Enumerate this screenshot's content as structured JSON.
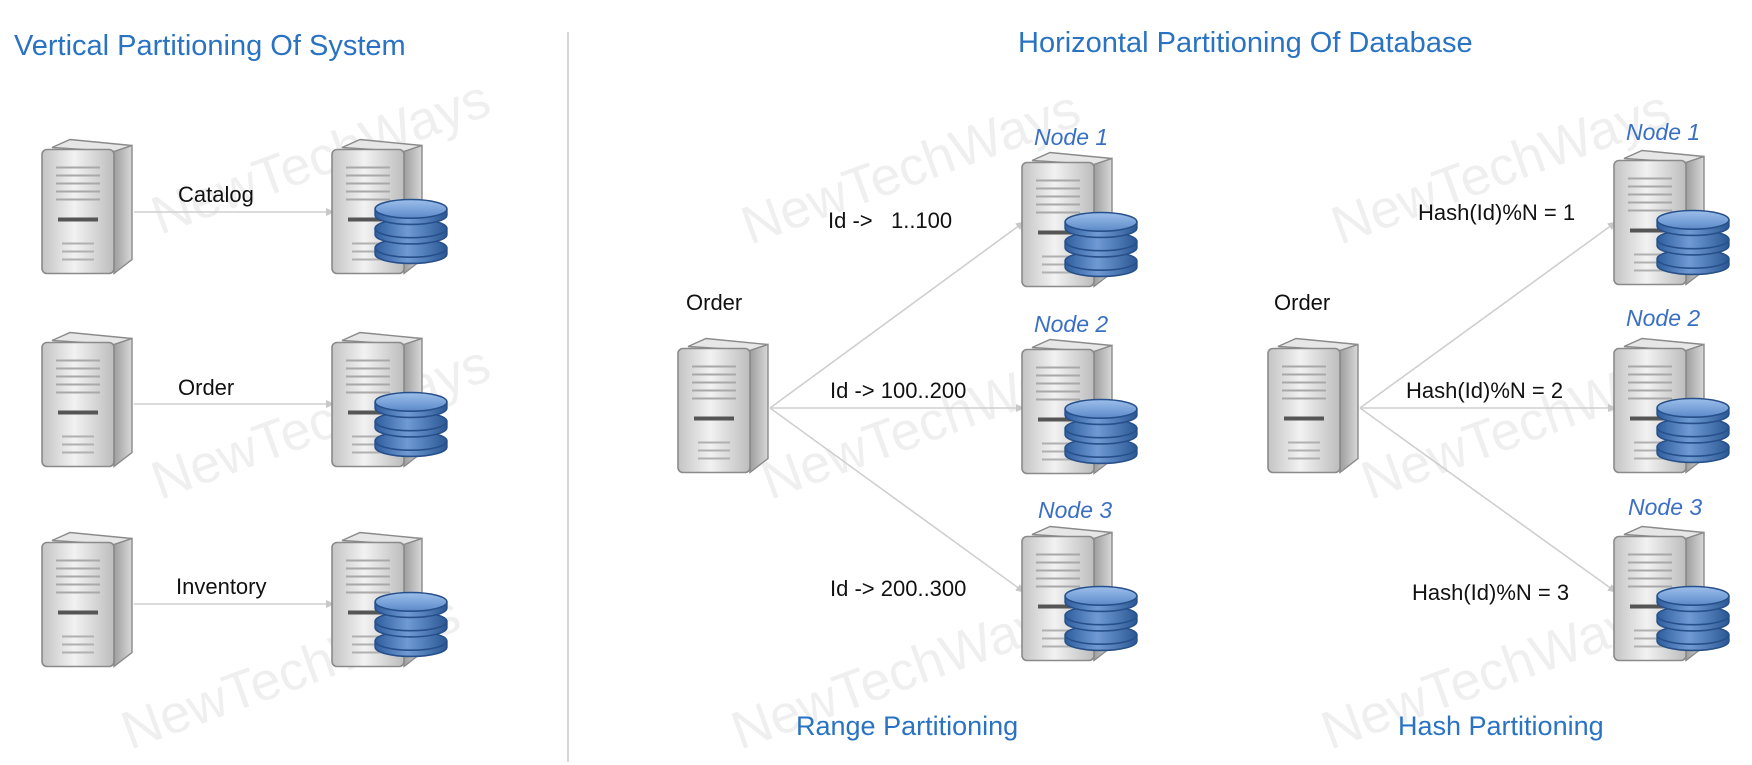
{
  "vertical": {
    "title": "Vertical Partitioning Of System",
    "rows": [
      {
        "label": "Catalog"
      },
      {
        "label": "Order"
      },
      {
        "label": "Inventory"
      }
    ]
  },
  "range": {
    "title": "Horizontal Partitioning Of Database",
    "source_label": "Order",
    "nodes": [
      {
        "label": "Node 1",
        "rule": "Id ->   1..100"
      },
      {
        "label": "Node 2",
        "rule": "Id -> 100..200"
      },
      {
        "label": "Node 3",
        "rule": "Id -> 200..300"
      }
    ],
    "caption": "Range Partitioning"
  },
  "hash": {
    "source_label": "Order",
    "nodes": [
      {
        "label": "Node 1",
        "rule": "Hash(Id)%N = 1"
      },
      {
        "label": "Node 2",
        "rule": "Hash(Id)%N = 2"
      },
      {
        "label": "Node 3",
        "rule": "Hash(Id)%N = 3"
      }
    ],
    "caption": "Hash Partitioning"
  },
  "watermark": "NewTechWays",
  "colors": {
    "heading": "#2a73c2",
    "node_label": "#3a6fc4",
    "database": "#4a7fc1",
    "server": "#d9d9d9",
    "arrow": "#cfcfcf"
  }
}
